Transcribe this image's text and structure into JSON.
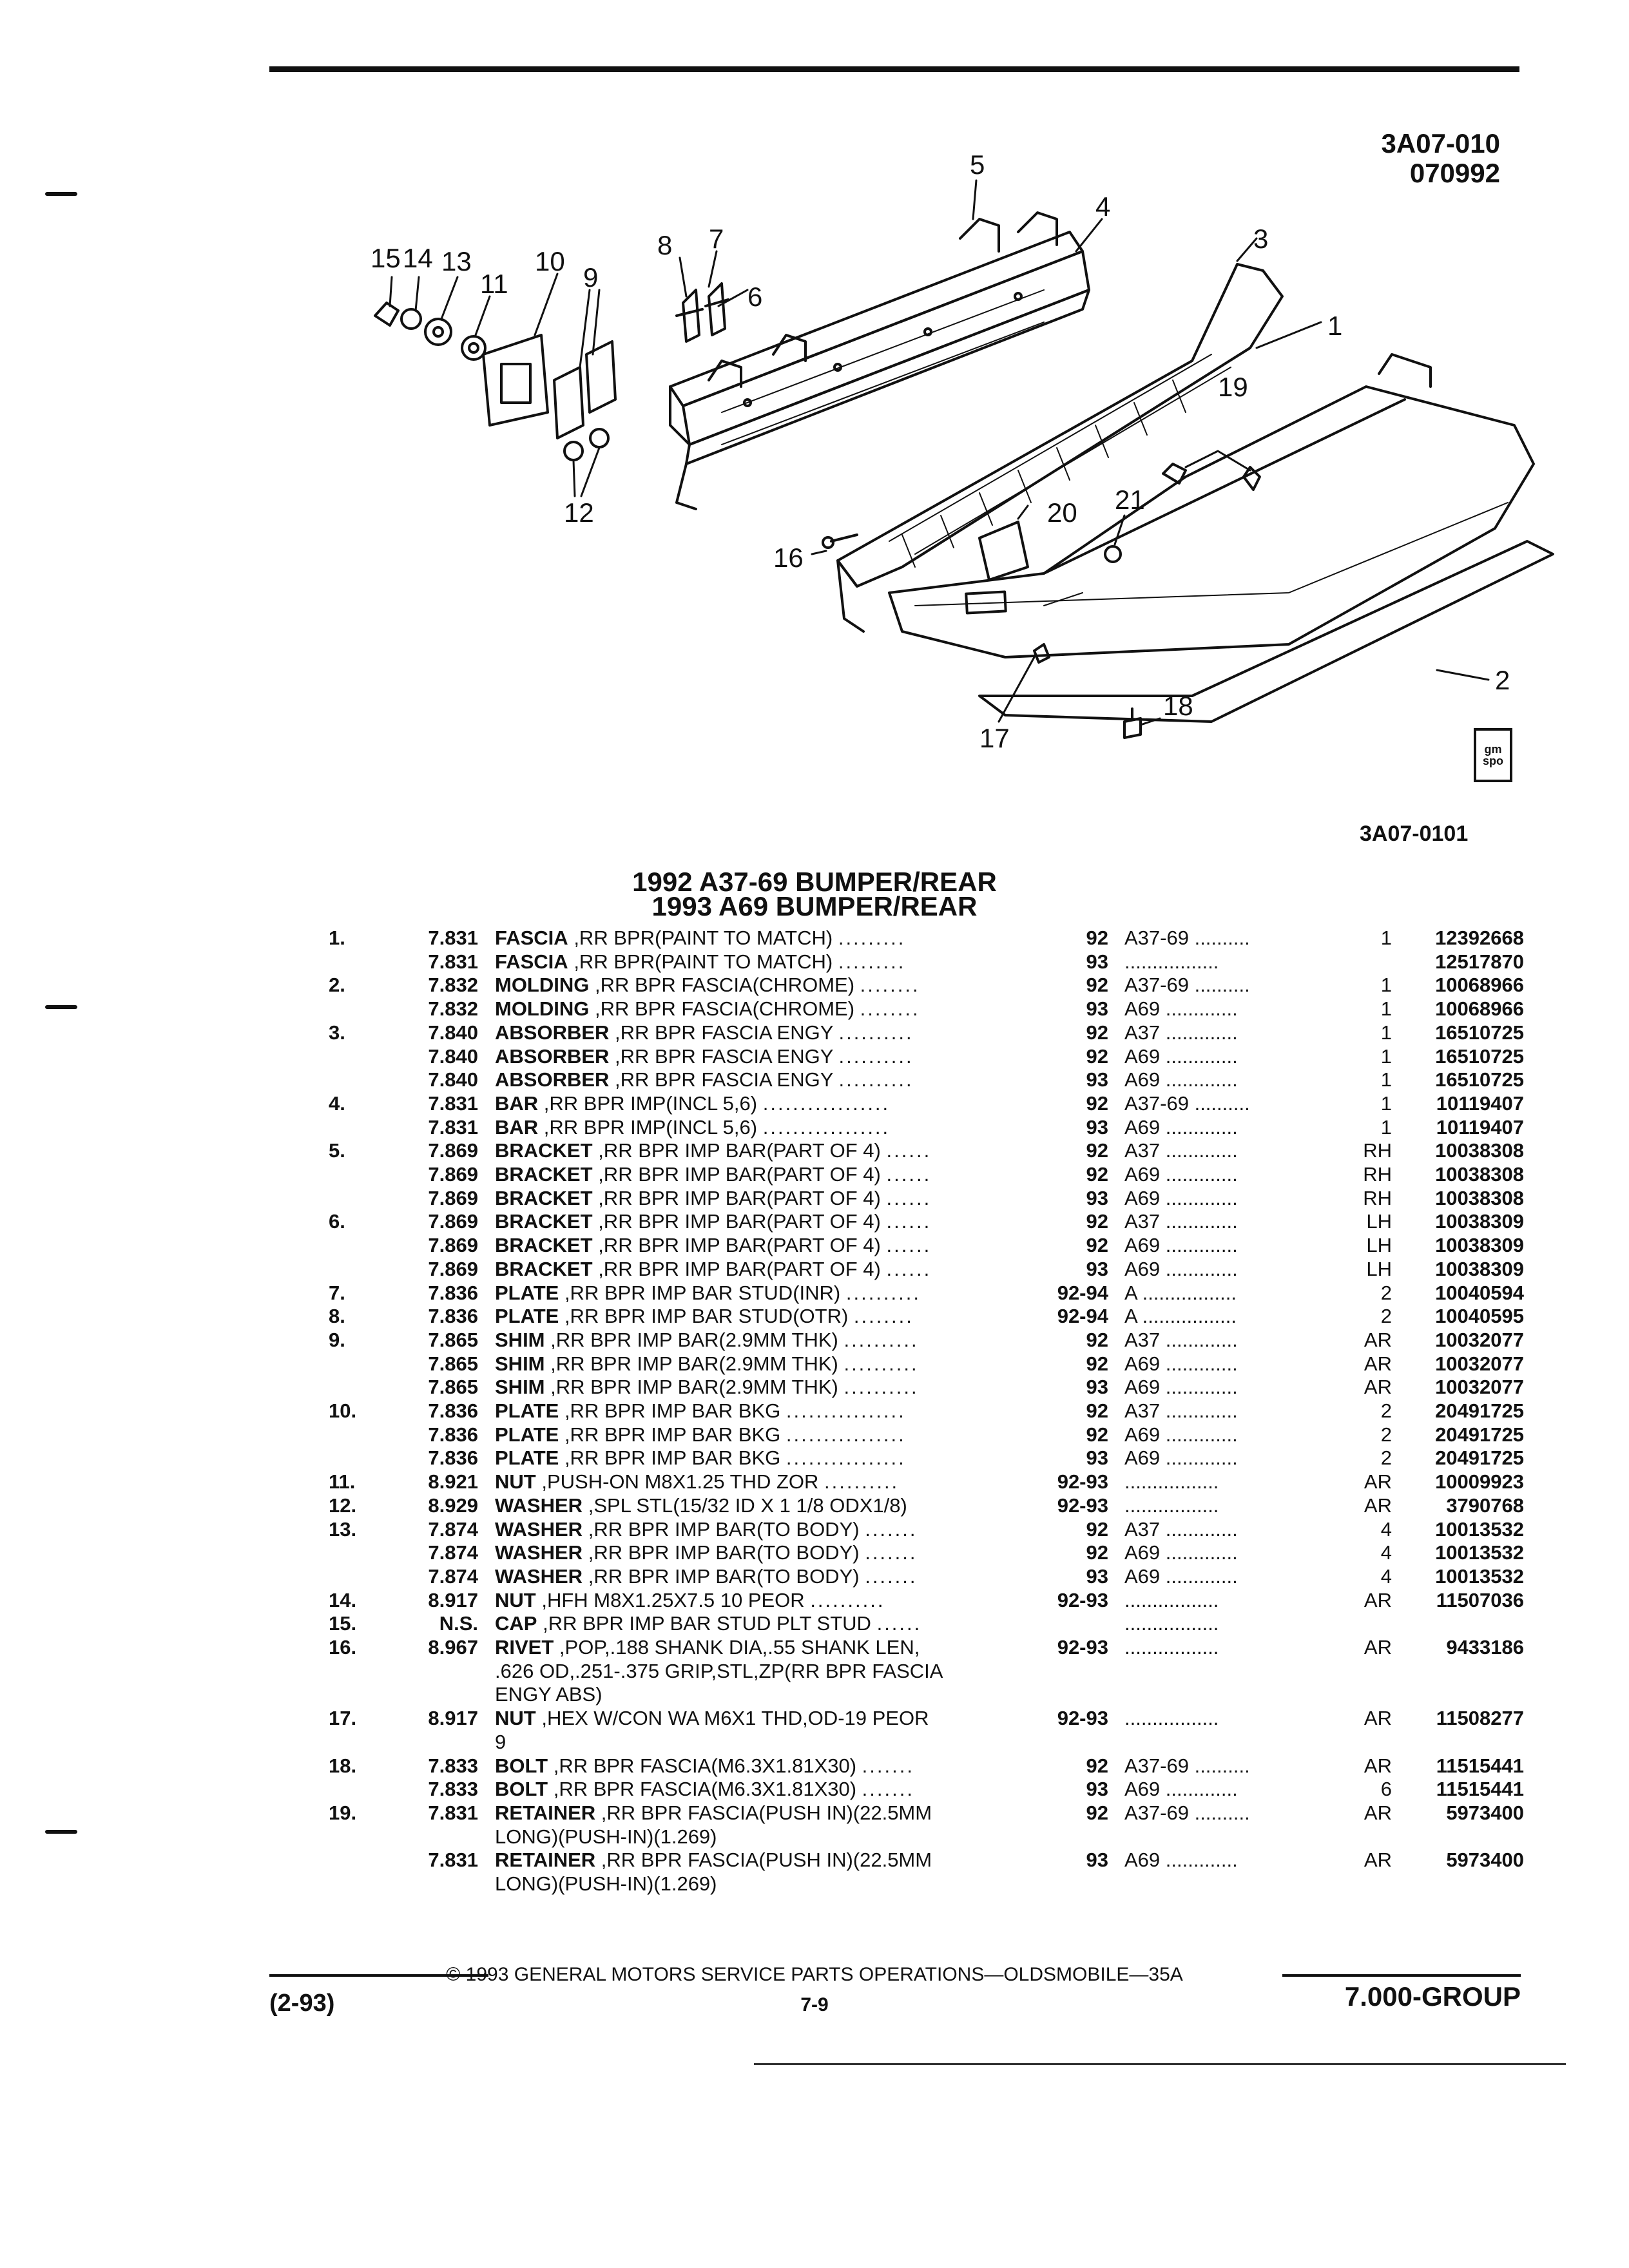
{
  "header": {
    "ref_line1": "3A07-010",
    "ref_line2": "070992",
    "diagram_ref": "3A07-0101"
  },
  "diagram": {
    "callouts": [
      "1",
      "2",
      "3",
      "4",
      "5",
      "6",
      "7",
      "8",
      "9",
      "10",
      "11",
      "12",
      "13",
      "14",
      "15",
      "16",
      "17",
      "18",
      "19",
      "20",
      "21"
    ],
    "logo": {
      "line1": "gm",
      "line2": "spo"
    }
  },
  "titles": [
    "1992 A37-69 BUMPER/REAR",
    "1993 A69 BUMPER/REAR"
  ],
  "parts": [
    {
      "num": "1.",
      "grp": "7.831",
      "name": "FASCIA",
      "desc": ",RR BPR(PAINT TO MATCH)",
      "dots": ".........",
      "yr": "92",
      "model": "A37-69 ..........",
      "qty": "1",
      "part": "12392668"
    },
    {
      "num": "",
      "grp": "7.831",
      "name": "FASCIA",
      "desc": ",RR BPR(PAINT TO MATCH)",
      "dots": ".........",
      "yr": "93",
      "model": ".................",
      "qty": "",
      "part": "12517870"
    },
    {
      "num": "2.",
      "grp": "7.832",
      "name": "MOLDING",
      "desc": ",RR BPR FASCIA(CHROME)",
      "dots": "........",
      "yr": "92",
      "model": "A37-69 ..........",
      "qty": "1",
      "part": "10068966"
    },
    {
      "num": "",
      "grp": "7.832",
      "name": "MOLDING",
      "desc": ",RR BPR FASCIA(CHROME)",
      "dots": "........",
      "yr": "93",
      "model": "A69 .............",
      "qty": "1",
      "part": "10068966"
    },
    {
      "num": "3.",
      "grp": "7.840",
      "name": "ABSORBER",
      "desc": ",RR BPR FASCIA ENGY",
      "dots": "..........",
      "yr": "92",
      "model": "A37 .............",
      "qty": "1",
      "part": "16510725"
    },
    {
      "num": "",
      "grp": "7.840",
      "name": "ABSORBER",
      "desc": ",RR BPR FASCIA ENGY",
      "dots": "..........",
      "yr": "92",
      "model": "A69 .............",
      "qty": "1",
      "part": "16510725"
    },
    {
      "num": "",
      "grp": "7.840",
      "name": "ABSORBER",
      "desc": ",RR BPR FASCIA ENGY",
      "dots": "..........",
      "yr": "93",
      "model": "A69 .............",
      "qty": "1",
      "part": "16510725"
    },
    {
      "num": "4.",
      "grp": "7.831",
      "name": "BAR",
      "desc": ",RR BPR IMP(INCL 5,6)",
      "dots": ".................",
      "yr": "92",
      "model": "A37-69 ..........",
      "qty": "1",
      "part": "10119407"
    },
    {
      "num": "",
      "grp": "7.831",
      "name": "BAR",
      "desc": ",RR BPR IMP(INCL 5,6)",
      "dots": ".................",
      "yr": "93",
      "model": "A69 .............",
      "qty": "1",
      "part": "10119407"
    },
    {
      "num": "5.",
      "grp": "7.869",
      "name": "BRACKET",
      "desc": ",RR BPR IMP BAR(PART OF 4)",
      "dots": "......",
      "yr": "92",
      "model": "A37 .............",
      "qty": "RH",
      "part": "10038308"
    },
    {
      "num": "",
      "grp": "7.869",
      "name": "BRACKET",
      "desc": ",RR BPR IMP BAR(PART OF 4)",
      "dots": "......",
      "yr": "92",
      "model": "A69 .............",
      "qty": "RH",
      "part": "10038308"
    },
    {
      "num": "",
      "grp": "7.869",
      "name": "BRACKET",
      "desc": ",RR BPR IMP BAR(PART OF 4)",
      "dots": "......",
      "yr": "93",
      "model": "A69 .............",
      "qty": "RH",
      "part": "10038308"
    },
    {
      "num": "6.",
      "grp": "7.869",
      "name": "BRACKET",
      "desc": ",RR BPR IMP BAR(PART OF 4)",
      "dots": "......",
      "yr": "92",
      "model": "A37 .............",
      "qty": "LH",
      "part": "10038309"
    },
    {
      "num": "",
      "grp": "7.869",
      "name": "BRACKET",
      "desc": ",RR BPR IMP BAR(PART OF 4)",
      "dots": "......",
      "yr": "92",
      "model": "A69 .............",
      "qty": "LH",
      "part": "10038309"
    },
    {
      "num": "",
      "grp": "7.869",
      "name": "BRACKET",
      "desc": ",RR BPR IMP BAR(PART OF 4)",
      "dots": "......",
      "yr": "93",
      "model": "A69 .............",
      "qty": "LH",
      "part": "10038309"
    },
    {
      "num": "7.",
      "grp": "7.836",
      "name": "PLATE",
      "desc": ",RR BPR IMP BAR STUD(INR)",
      "dots": "..........",
      "yr": "92-94",
      "model": "A .................",
      "qty": "2",
      "part": "10040594"
    },
    {
      "num": "8.",
      "grp": "7.836",
      "name": "PLATE",
      "desc": ",RR BPR IMP BAR STUD(OTR)",
      "dots": "........",
      "yr": "92-94",
      "model": "A .................",
      "qty": "2",
      "part": "10040595"
    },
    {
      "num": "9.",
      "grp": "7.865",
      "name": "SHIM",
      "desc": ",RR BPR IMP BAR(2.9MM THK)",
      "dots": "..........",
      "yr": "92",
      "model": "A37 .............",
      "qty": "AR",
      "part": "10032077"
    },
    {
      "num": "",
      "grp": "7.865",
      "name": "SHIM",
      "desc": ",RR BPR IMP BAR(2.9MM THK)",
      "dots": "..........",
      "yr": "92",
      "model": "A69 .............",
      "qty": "AR",
      "part": "10032077"
    },
    {
      "num": "",
      "grp": "7.865",
      "name": "SHIM",
      "desc": ",RR BPR IMP BAR(2.9MM THK)",
      "dots": "..........",
      "yr": "93",
      "model": "A69 .............",
      "qty": "AR",
      "part": "10032077"
    },
    {
      "num": "10.",
      "grp": "7.836",
      "name": "PLATE",
      "desc": ",RR BPR IMP BAR BKG",
      "dots": "................",
      "yr": "92",
      "model": "A37 .............",
      "qty": "2",
      "part": "20491725"
    },
    {
      "num": "",
      "grp": "7.836",
      "name": "PLATE",
      "desc": ",RR BPR IMP BAR BKG",
      "dots": "................",
      "yr": "92",
      "model": "A69 .............",
      "qty": "2",
      "part": "20491725"
    },
    {
      "num": "",
      "grp": "7.836",
      "name": "PLATE",
      "desc": ",RR BPR IMP BAR BKG",
      "dots": "................",
      "yr": "93",
      "model": "A69 .............",
      "qty": "2",
      "part": "20491725"
    },
    {
      "num": "11.",
      "grp": "8.921",
      "name": "NUT",
      "desc": ",PUSH-ON M8X1.25 THD ZOR",
      "dots": "..........",
      "yr": "92-93",
      "model": ".................",
      "qty": "AR",
      "part": "10009923"
    },
    {
      "num": "12.",
      "grp": "8.929",
      "name": "WASHER",
      "desc": ",SPL STL(15/32 ID X 1 1/8 ODX1/8)",
      "dots": "",
      "yr": "92-93",
      "model": ".................",
      "qty": "AR",
      "part": "3790768"
    },
    {
      "num": "13.",
      "grp": "7.874",
      "name": "WASHER",
      "desc": ",RR BPR IMP BAR(TO BODY)",
      "dots": ".......",
      "yr": "92",
      "model": "A37 .............",
      "qty": "4",
      "part": "10013532"
    },
    {
      "num": "",
      "grp": "7.874",
      "name": "WASHER",
      "desc": ",RR BPR IMP BAR(TO BODY)",
      "dots": ".......",
      "yr": "92",
      "model": "A69 .............",
      "qty": "4",
      "part": "10013532"
    },
    {
      "num": "",
      "grp": "7.874",
      "name": "WASHER",
      "desc": ",RR BPR IMP BAR(TO BODY)",
      "dots": ".......",
      "yr": "93",
      "model": "A69 .............",
      "qty": "4",
      "part": "10013532"
    },
    {
      "num": "14.",
      "grp": "8.917",
      "name": "NUT",
      "desc": ",HFH M8X1.25X7.5 10 PEOR",
      "dots": "..........",
      "yr": "92-93",
      "model": ".................",
      "qty": "AR",
      "part": "11507036"
    },
    {
      "num": "15.",
      "grp": "N.S.",
      "name": "CAP",
      "desc": ",RR BPR IMP BAR STUD PLT STUD",
      "dots": "......",
      "yr": "",
      "model": ".................",
      "qty": "",
      "part": ""
    },
    {
      "num": "16.",
      "grp": "8.967",
      "name": "RIVET",
      "desc": ",POP,.188 SHANK DIA,.55 SHANK LEN,",
      "dots": "",
      "yr": "92-93",
      "model": ".................",
      "qty": "AR",
      "part": "9433186",
      "cont": [
        ".626 OD,.251-.375 GRIP,STL,ZP(RR BPR FASCIA",
        "ENGY ABS)"
      ]
    },
    {
      "num": "17.",
      "grp": "8.917",
      "name": "NUT",
      "desc": ",HEX W/CON WA M6X1 THD,OD-19 PEOR",
      "dots": "",
      "yr": "92-93",
      "model": ".................",
      "qty": "AR",
      "part": "11508277",
      "cont": [
        "9"
      ]
    },
    {
      "num": "18.",
      "grp": "7.833",
      "name": "BOLT",
      "desc": ",RR BPR FASCIA(M6.3X1.81X30)",
      "dots": ".......",
      "yr": "92",
      "model": "A37-69 ..........",
      "qty": "AR",
      "part": "11515441"
    },
    {
      "num": "",
      "grp": "7.833",
      "name": "BOLT",
      "desc": ",RR BPR FASCIA(M6.3X1.81X30)",
      "dots": ".......",
      "yr": "93",
      "model": "A69 .............",
      "qty": "6",
      "part": "11515441"
    },
    {
      "num": "19.",
      "grp": "7.831",
      "name": "RETAINER",
      "desc": ",RR BPR FASCIA(PUSH IN)(22.5MM",
      "dots": "",
      "yr": "92",
      "model": "A37-69 ..........",
      "qty": "AR",
      "part": "5973400",
      "cont": [
        "LONG)(PUSH-IN)(1.269)"
      ]
    },
    {
      "num": "",
      "grp": "7.831",
      "name": "RETAINER",
      "desc": ",RR BPR FASCIA(PUSH IN)(22.5MM",
      "dots": "",
      "yr": "93",
      "model": "A69 .............",
      "qty": "AR",
      "part": "5973400",
      "cont": [
        "LONG)(PUSH-IN)(1.269)"
      ]
    }
  ],
  "footer": {
    "copyright": "© 1993 GENERAL MOTORS SERVICE PARTS OPERATIONS—OLDSMOBILE—35A",
    "date_code": "(2-93)",
    "page": "7-9",
    "group": "7.000-GROUP"
  }
}
